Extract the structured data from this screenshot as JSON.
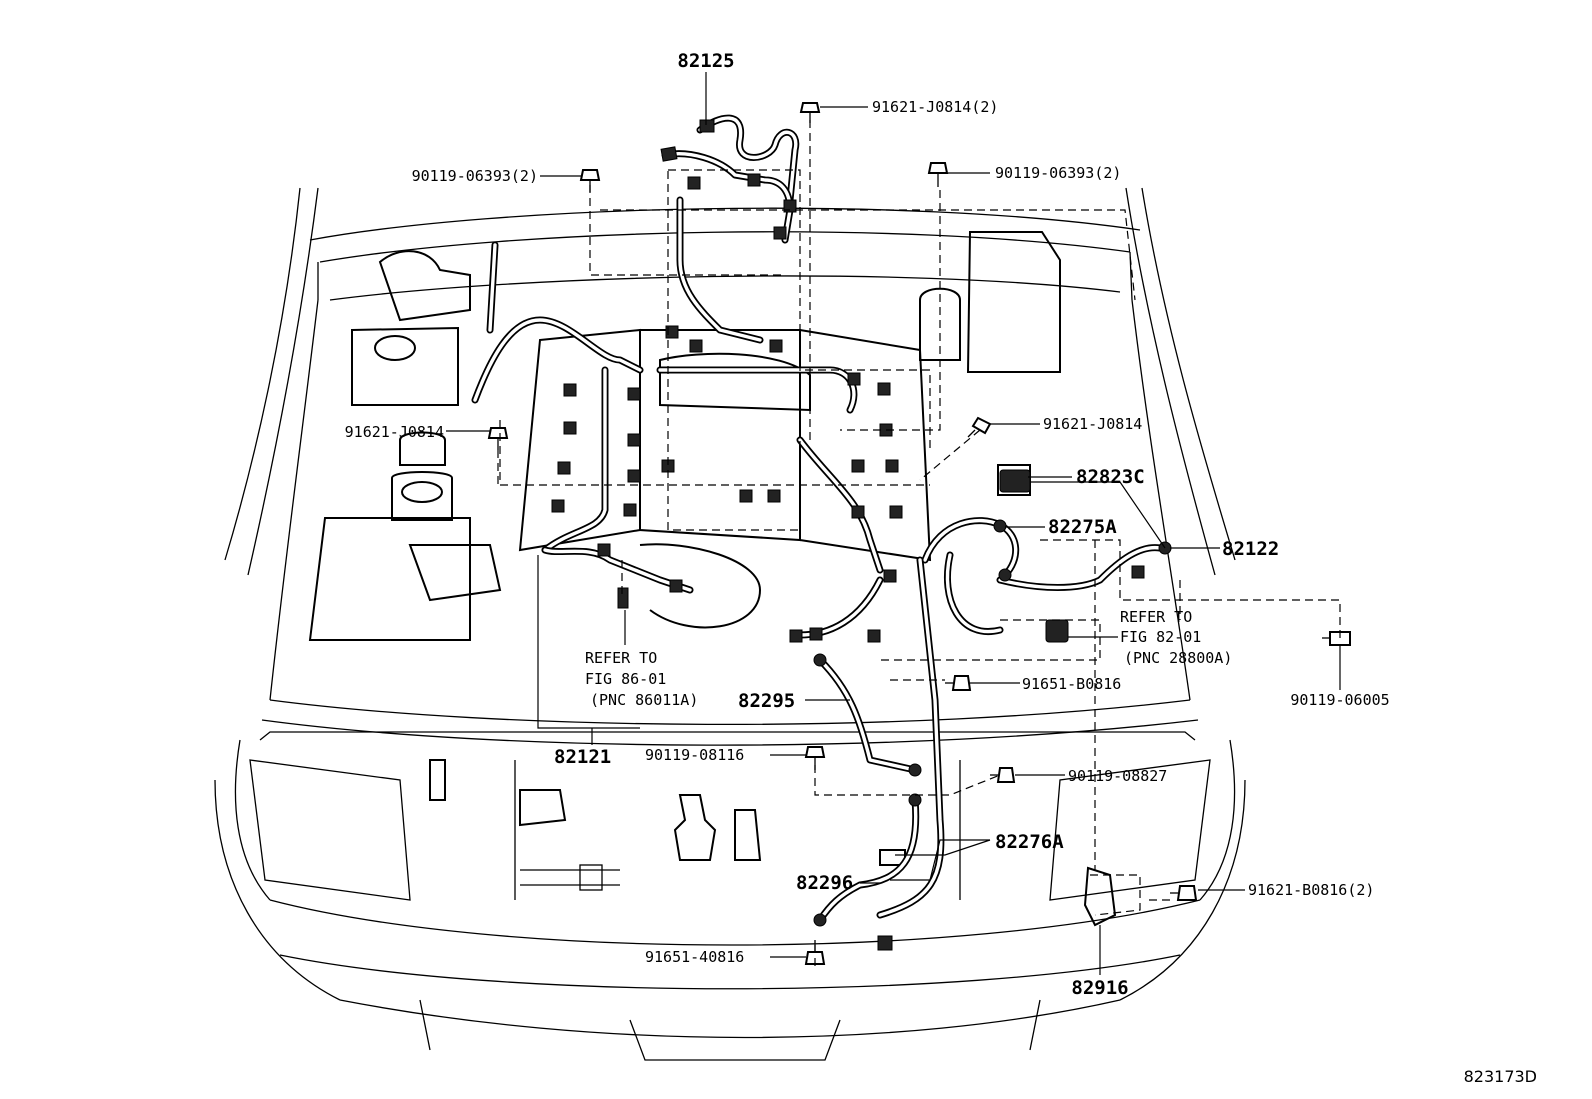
{
  "diagram": {
    "parts": {
      "p82125": "82125",
      "p82121": "82121",
      "p82122": "82122",
      "p82823c": "82823C",
      "p82275a": "82275A",
      "p82295": "82295",
      "p82276a": "82276A",
      "p82296": "82296",
      "p82916": "82916"
    },
    "fasteners": {
      "f_91621_j0814_2": "91621-J0814(2)",
      "f_90119_06393_2_left": "90119-06393(2)",
      "f_90119_06393_2_right": "90119-06393(2)",
      "f_91621_j0814_left": "91621-J0814",
      "f_91621_j0814_right": "91621-J0814",
      "f_91651_b0816": "91651-B0816",
      "f_90119_06005": "90119-06005",
      "f_90119_08116": "90119-08116",
      "f_90119_08827": "90119-08827",
      "f_91621_b0816_2": "91621-B0816(2)",
      "f_91651_40816": "91651-40816"
    },
    "references": {
      "ref_86": [
        "REFER TO",
        "FIG 86-01",
        "(PNC 86011A)"
      ],
      "ref_82": [
        "REFER TO",
        "FIG 82-01",
        "(PNC 28800A)"
      ]
    },
    "figure_id": "823173D"
  }
}
